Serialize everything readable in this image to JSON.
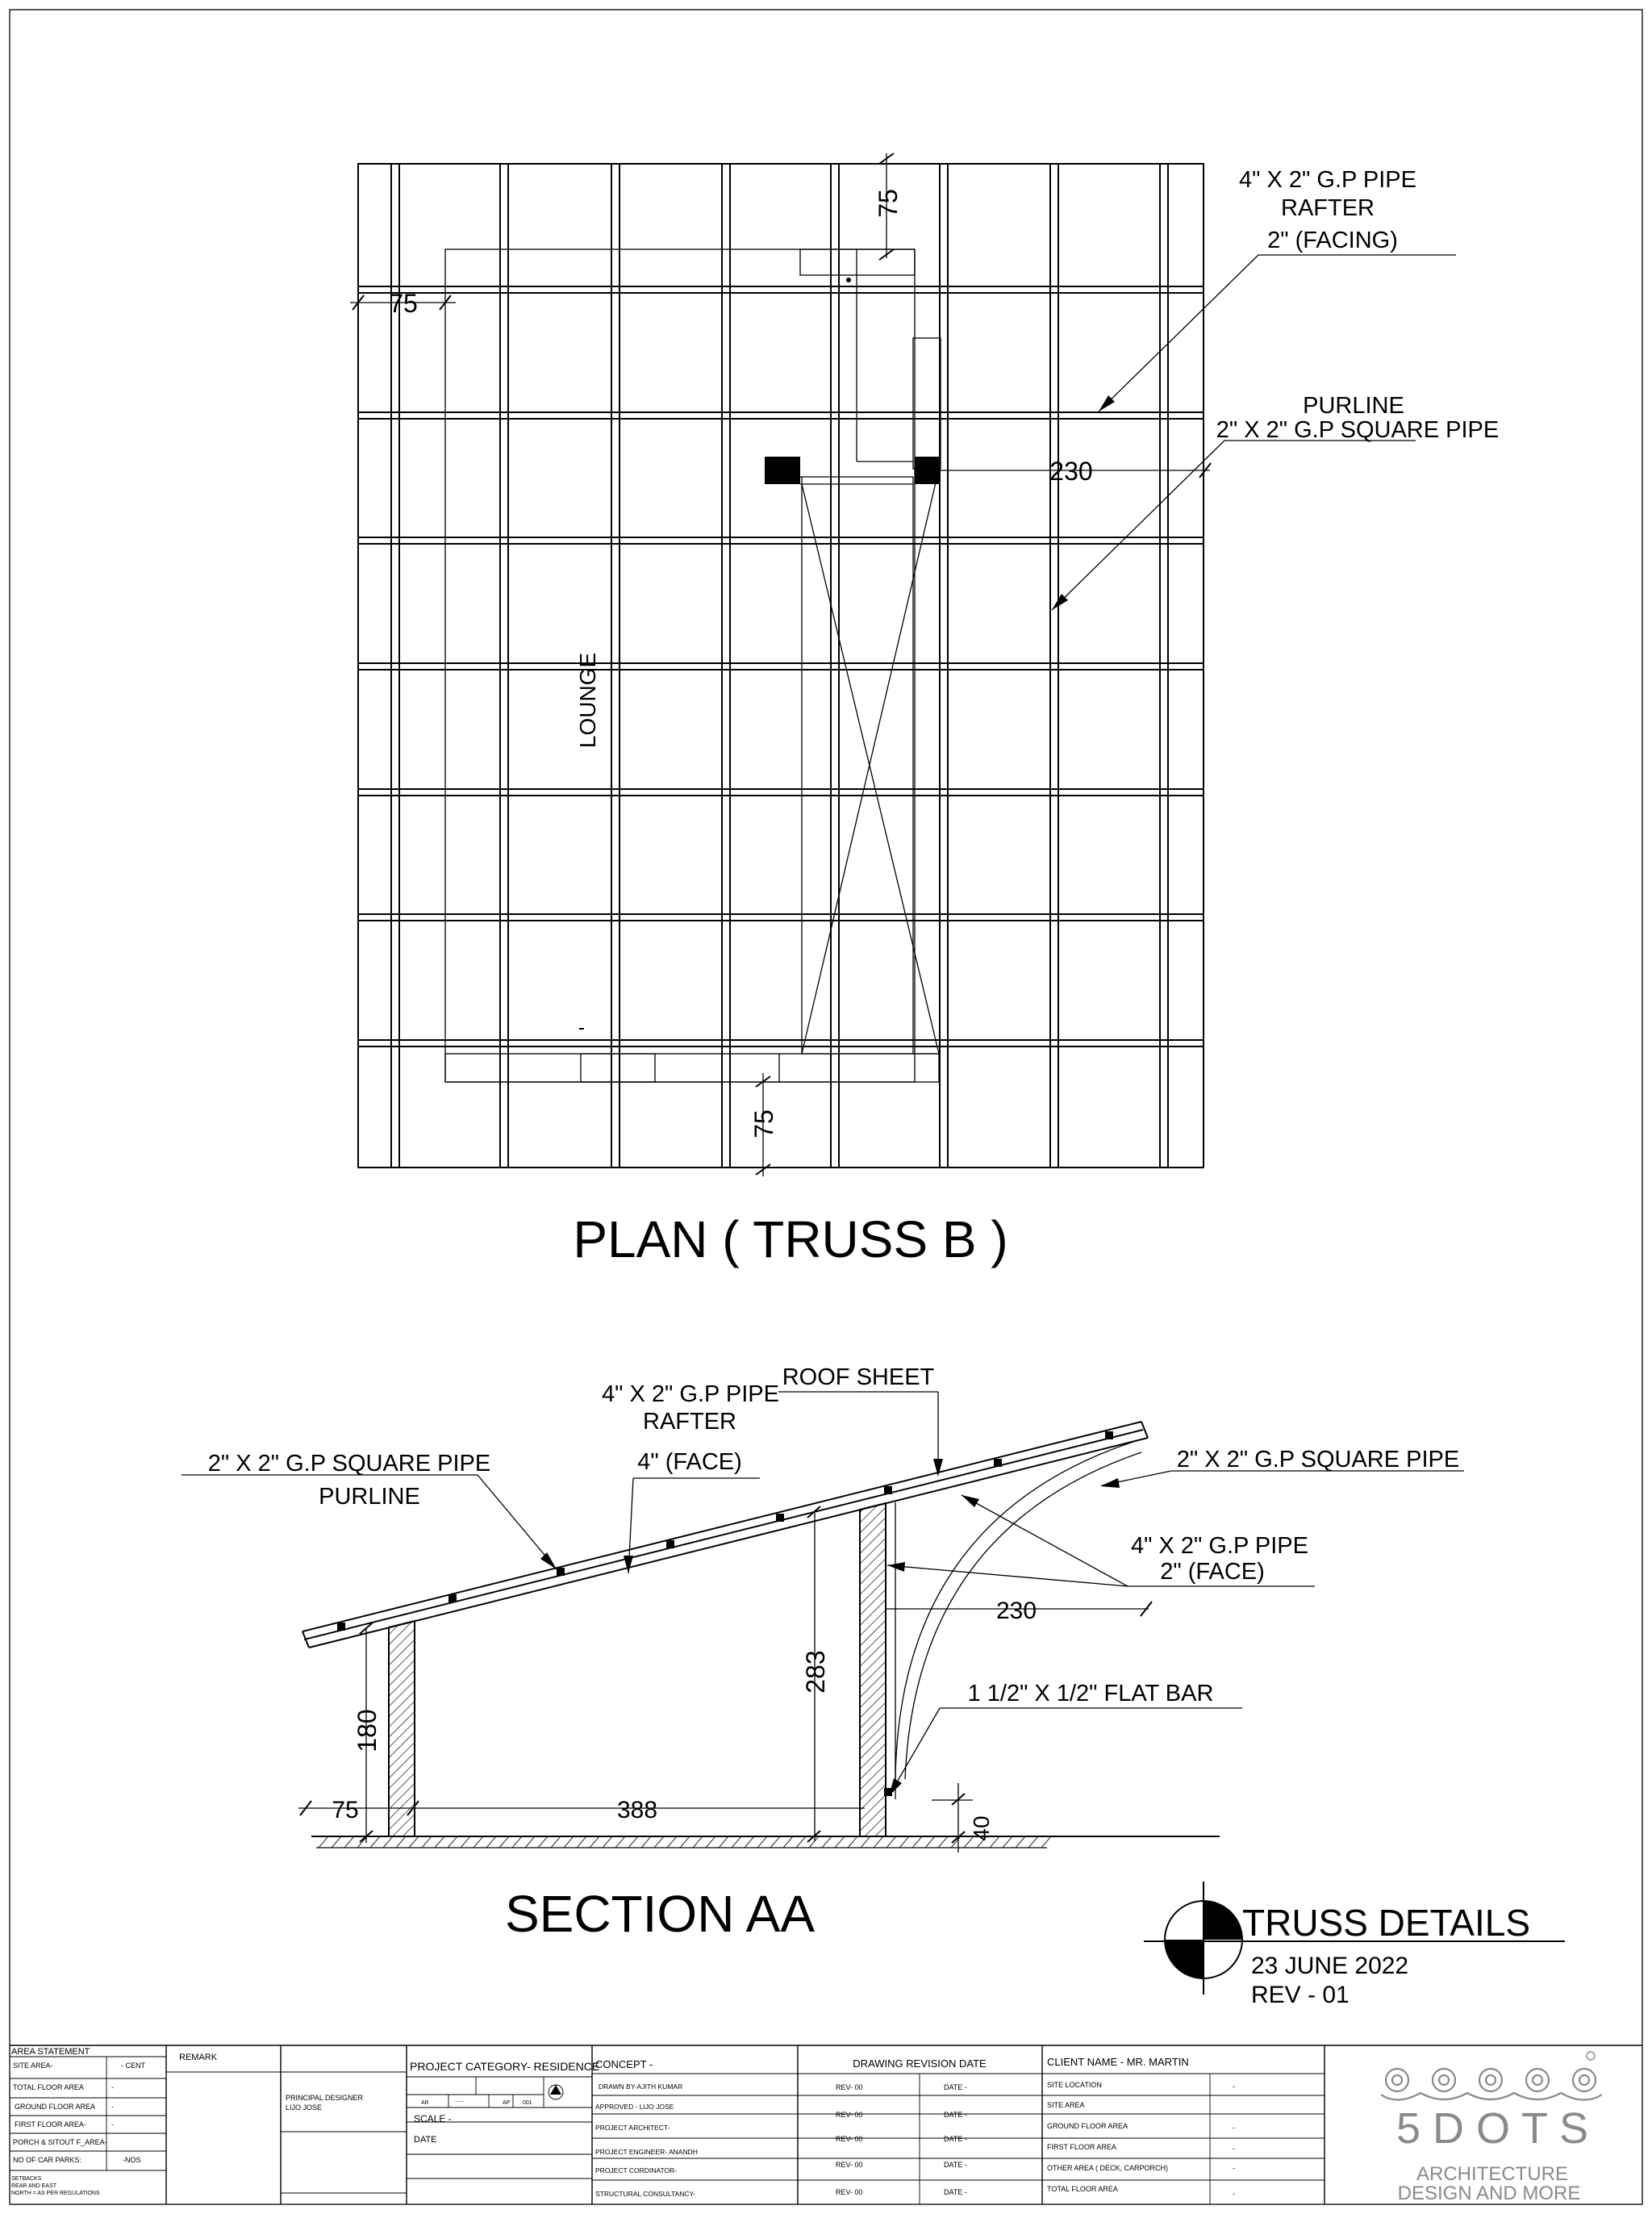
{
  "plan": {
    "title": "PLAN ( TRUSS B )",
    "room_label": "LOUNGE",
    "dims": {
      "top": "75",
      "left": "75",
      "bottom": "75",
      "right": "230"
    },
    "rafter_note": [
      "4\" X 2\" G.P PIPE",
      "RAFTER",
      "2\"  (FACING)"
    ],
    "purline_note": [
      "PURLINE",
      "2\" X 2\" G.P SQUARE  PIPE"
    ]
  },
  "section": {
    "title": "SECTION AA",
    "roof_sheet": "ROOF SHEET",
    "rafter_note": [
      "4\" X 2\" G.P PIPE",
      "RAFTER",
      "4\" (FACE)"
    ],
    "purline_note": [
      "2\" X 2\" G.P SQUARE  PIPE",
      "PURLINE"
    ],
    "square_pipe": "2\" X 2\" G.P  SQUARE PIPE",
    "pipe_face": [
      "4\" X 2\" G.P PIPE",
      "2\" (FACE)"
    ],
    "flat_bar": "1 1/2\" X 1/2\"  FLAT BAR",
    "dims": {
      "d230": "230",
      "d283": "283",
      "d180": "180",
      "d75": "75",
      "d388": "388",
      "d40": "40"
    }
  },
  "sheet_title": {
    "title": "TRUSS DETAILS",
    "date": "23 JUNE 2022",
    "rev": "REV - 01"
  },
  "title_block": {
    "area_statement": {
      "header": "AREA STATEMENT",
      "rows": [
        {
          "label": "SITE AREA-",
          "value": "- CENT"
        },
        {
          "label": "TOTAL FLOOR AREA",
          "value": "-"
        },
        {
          "label": "GROUND FLOOR AREA",
          "value": "-"
        },
        {
          "label": "FIRST FLOOR AREA-",
          "value": "-"
        },
        {
          "label": "PORCH & SITOUT F_AREA-",
          "value": ""
        },
        {
          "label": "NO OF CAR PARKS:",
          "value": "-NOS"
        }
      ],
      "setback": [
        "SETBACKS",
        "REAR AND EAST",
        "NORTH = AS PER REGULATIONS"
      ]
    },
    "remark": "REMARK",
    "designer": [
      "PRINCIPAL DESIGNER",
      "LIJO JOSE"
    ],
    "project_category": "PROJECT CATEGORY- RESIDENCE",
    "sheet_codes": [
      "AR",
      "......",
      "AP",
      "001"
    ],
    "scale": "SCALE  -",
    "date": "DATE",
    "concept": {
      "header": "CONCEPT -",
      "rows": [
        "DRAWN BY-AJITH KUMAR",
        "APPROVED - LIJO JOSE",
        "PROJECT ARCHITECT-",
        "PROJECT ENGINEER- ANANDH",
        "PROJECT CORDINATOR-",
        "STRUCTURAL CONSULTANCY-"
      ]
    },
    "revisions": {
      "header": "DRAWING  REVISION DATE",
      "rows": [
        {
          "rev": "REV- 00",
          "date": "DATE -"
        },
        {
          "rev": "REV- 00",
          "date": "DATE -"
        },
        {
          "rev": "REV- 00",
          "date": "DATE -"
        },
        {
          "rev": "REV- 00",
          "date": "DATE -"
        },
        {
          "rev": "REV- 00",
          "date": "DATE -"
        }
      ]
    },
    "client": {
      "header": "CLIENT NAME - MR. MARTIN",
      "rows": [
        {
          "label": "SITE LOCATION",
          "value": "-"
        },
        {
          "label": "SITE AREA",
          "value": ""
        },
        {
          "label": "GROUND FLOOR AREA",
          "value": "-"
        },
        {
          "label": "FIRST FLOOR AREA",
          "value": "-"
        },
        {
          "label": "OTHER AREA ( DECK, CARPORCH)",
          "value": "-"
        },
        {
          "label": "TOTAL FLOOR AREA",
          "value": "-"
        }
      ]
    },
    "logo": {
      "name": "5 D O T S",
      "tag1": "ARCHITECTURE",
      "tag2": "DESIGN AND MORE"
    }
  }
}
